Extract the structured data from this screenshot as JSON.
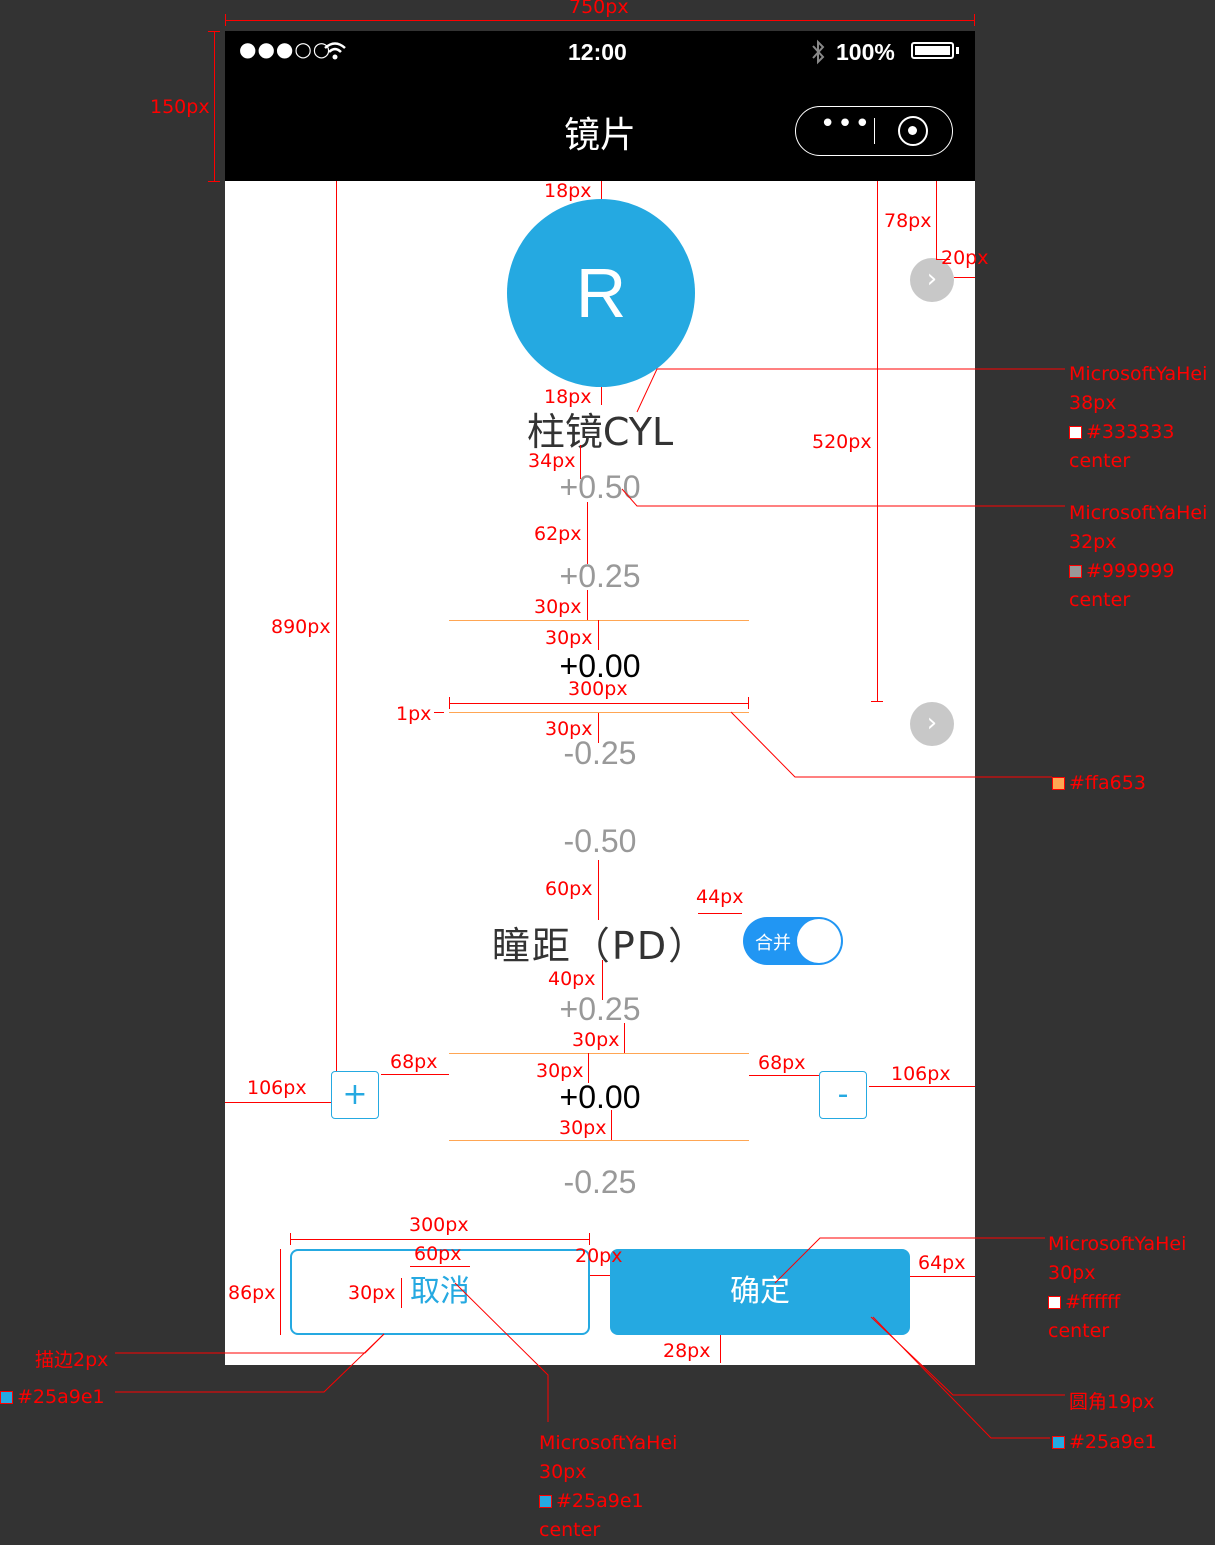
{
  "status_bar": {
    "time": "12:00",
    "battery": "100%"
  },
  "nav": {
    "title": "镜片"
  },
  "avatar": {
    "letter": "R"
  },
  "cyl": {
    "label": "柱镜CYL",
    "values": [
      "+0.50",
      "+0.25",
      "+0.00",
      "-0.25",
      "-0.50"
    ],
    "selected_index": 2
  },
  "pd": {
    "label": "瞳距（PD）",
    "toggle_label": "合并",
    "toggle_on": true,
    "values": [
      "+0.25",
      "+0.00",
      "-0.25"
    ],
    "plus_label": "+",
    "minus_label": "-"
  },
  "buttons": {
    "cancel": "取消",
    "confirm": "确定"
  },
  "colors": {
    "accent": "#25a9e1",
    "selection_line": "#ffa653",
    "label_text": "#333333",
    "value_text": "#999999"
  },
  "annotations": {
    "dims": {
      "w750": "750px",
      "h150": "150px",
      "d18a": "18px",
      "d18b": "18px",
      "d78": "78px",
      "d20": "20px",
      "d520": "520px",
      "d890": "890px",
      "d34": "34px",
      "d62": "62px",
      "d30a": "30px",
      "d30b": "30px",
      "d300a": "300px",
      "d1": "1px",
      "d30c": "30px",
      "d60": "60px",
      "d44": "44px",
      "d40": "40px",
      "d30d": "30px",
      "d30e": "30px",
      "d30f": "30px",
      "d68a": "68px",
      "d68b": "68px",
      "d106a": "106px",
      "d106b": "106px",
      "d300b": "300px",
      "d60b": "60px",
      "d30g": "30px",
      "d20b": "20px",
      "d86": "86px",
      "d64": "64px",
      "d28": "28px"
    },
    "spec1": {
      "font": "MicrosoftYaHei",
      "size": "38px",
      "color": "#333333",
      "align": "center"
    },
    "spec2": {
      "font": "MicrosoftYaHei",
      "size": "32px",
      "color": "#999999",
      "align": "center"
    },
    "spec_line": {
      "color": "#ffa653"
    },
    "spec_ok": {
      "font": "MicrosoftYaHei",
      "size": "30px",
      "color": "#ffffff",
      "align": "center"
    },
    "spec_radius": "圆角19px",
    "spec_ok_bg": "#25a9e1",
    "spec_stroke": "描边2px",
    "spec_stroke_color": "#25a9e1",
    "spec_cancel": {
      "font": "MicrosoftYaHei",
      "size": "30px",
      "color": "#25a9e1",
      "align": "center"
    }
  }
}
